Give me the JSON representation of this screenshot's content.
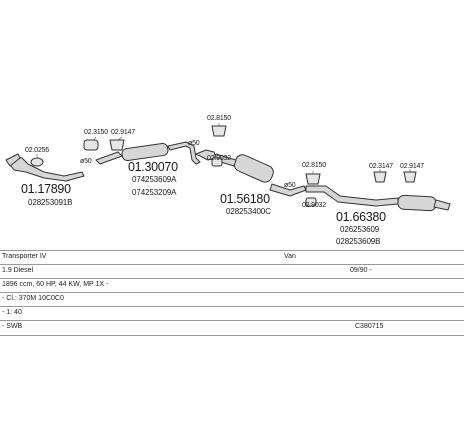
{
  "parts": [
    {
      "number": "01.17890",
      "oem": [
        "028253091B"
      ]
    },
    {
      "number": "01.30070",
      "oem": [
        "074253609A",
        "074253209A"
      ]
    },
    {
      "number": "01.56180",
      "oem": [
        "028253400C"
      ]
    },
    {
      "number": "01.66380",
      "oem": [
        "026253609",
        "028253609B"
      ]
    }
  ],
  "accessories": [
    "02.0256",
    "02.3150",
    "02.9147",
    "02.8150",
    "02.9032",
    "02.8150",
    "02.9032",
    "02.3147",
    "02.9147"
  ],
  "pipe_diameters": [
    "ø50",
    "ø50",
    "ø50"
  ],
  "vehicle_info": [
    {
      "left": "Transporter IV",
      "mid": "Van",
      "right": ""
    },
    {
      "left": "1.9 Diesel",
      "mid": "",
      "right": "09/90 -"
    },
    {
      "left": "1896 ccm, 60 HP, 44 KW, MP 1X -",
      "mid": "",
      "right": ""
    },
    {
      "left": "- Cl.: 370M 10C0C0",
      "mid": "",
      "right": ""
    },
    {
      "left": "- 1: 40",
      "mid": "",
      "right": ""
    },
    {
      "left": "- SWB",
      "mid": "",
      "right": "C380715"
    }
  ],
  "colors": {
    "line": "#333333",
    "fill": "#d6d6d6",
    "rule": "#9a9a9a"
  }
}
